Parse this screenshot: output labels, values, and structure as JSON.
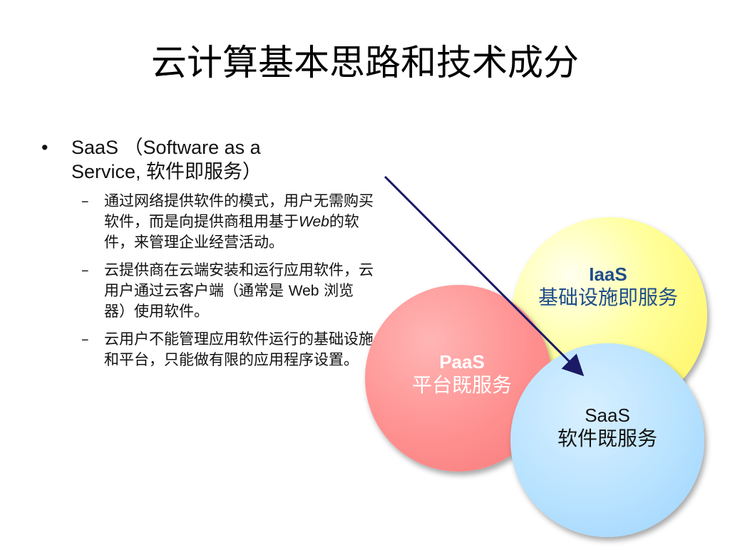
{
  "slide": {
    "title": "云计算基本思路和技术成分",
    "bullet": {
      "mark": "•",
      "line1": "SaaS （Software as a",
      "line2": "Service, 软件即服务）"
    },
    "subs": [
      {
        "mark": "–",
        "text_before": "通过网络提供软件的模式，用户无需购买软件，而是向提供商租用基于",
        "text_em": "Web",
        "text_after": "的软件，来管理企业经营活动。"
      },
      {
        "mark": "–",
        "text_before": "云提供商在云端安装和运行应用软件，云用户通过云客户端（通常是 ",
        "text_latin": "Web",
        "text_after": " 浏览器）使用软件。"
      },
      {
        "mark": "–",
        "text": "云用户不能管理应用软件运行的基础设施和平台，只能做有限的应用程序设置。"
      }
    ],
    "circles": {
      "iaas": {
        "code": "IaaS",
        "name": "基础设施即服务",
        "color": "#fff25a"
      },
      "paas": {
        "code": "PaaS",
        "name": "平台既服务",
        "color": "#ff9090"
      },
      "saas": {
        "code": "SaaS",
        "name": "软件既服务",
        "color": "#b8e2ff"
      }
    },
    "arrow_color": "#1a1a66"
  }
}
